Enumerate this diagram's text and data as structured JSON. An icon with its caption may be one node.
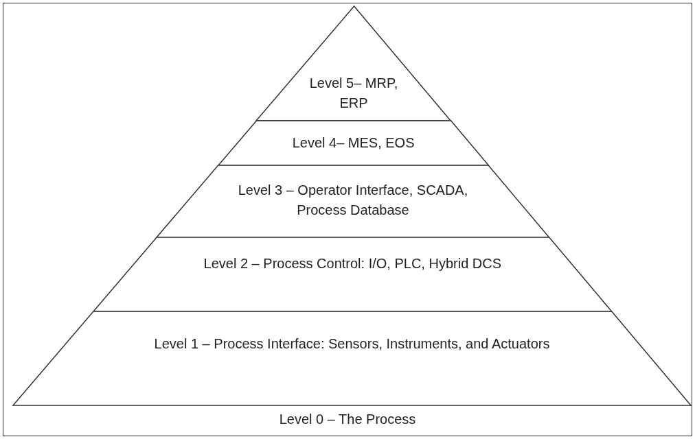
{
  "diagram": {
    "nodes": [
      {
        "text": [
          "Level 0 – The Process"
        ]
      },
      {
        "text": [
          "Level 5– MRP, ERP"
        ],
        "in": 0
      },
      {
        "text": [
          "Level 4– MES, EOS"
        ],
        "in": 0
      },
      {
        "text": [
          "Level 3 – Operator Interface, SCADA, Process Database"
        ],
        "in": 0
      },
      {
        "text": [
          "Level 2 – Process Control: I/O, PLC, Hybrid DCS"
        ],
        "in": 0
      },
      {
        "text": [
          "Level 1 – Process Interface: Sensors, Instruments, and Actuators"
        ],
        "in": 0
      }
    ]
  }
}
